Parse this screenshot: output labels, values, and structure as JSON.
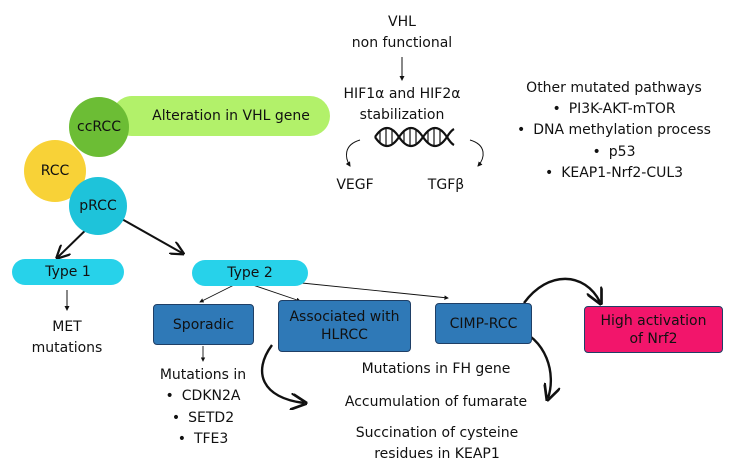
{
  "colors": {
    "ccrcc": "#6cbd35",
    "rcc": "#f8d237",
    "prcc": "#1ec3da",
    "vhl_pill": "#b2f16a",
    "type_pill": "#27d2ea",
    "subtype_box": "#2f79b7",
    "nrf2_box": "#f2156b"
  },
  "circles": {
    "ccrcc": "ccRCC",
    "rcc": "RCC",
    "prcc": "pRCC"
  },
  "vhl_pill": "Alteration in VHL gene",
  "vhl": {
    "line1": "VHL",
    "line2": "non functional",
    "hif_line1": "HIF1α and HIF2α",
    "hif_line2": "stabilization",
    "vegf": "VEGF",
    "tgf": "TGFβ"
  },
  "other_pathways": {
    "title": "Other mutated pathways",
    "items": [
      "PI3K-AKT-mTOR",
      "DNA methylation process",
      "p53",
      "KEAP1-Nrf2-CUL3"
    ]
  },
  "type1": {
    "label": "Type 1",
    "met_line1": "MET",
    "met_line2": "mutations"
  },
  "type2": {
    "label": "Type 2",
    "sporadic": "Sporadic",
    "hlrcc_line1": "Associated with",
    "hlrcc_line2": "HLRCC",
    "cimp": "CIMP-RCC",
    "nrf2_line1": "High activation",
    "nrf2_line2": "of Nrf2"
  },
  "sporadic_mutations": {
    "title": "Mutations in",
    "items": [
      "CDKN2A",
      "SETD2",
      "TFE3"
    ]
  },
  "fh_gene": "Mutations in FH gene",
  "fumarate": "Accumulation of fumarate",
  "succination_line1": "Succination of cysteine",
  "succination_line2": "residues in KEAP1"
}
